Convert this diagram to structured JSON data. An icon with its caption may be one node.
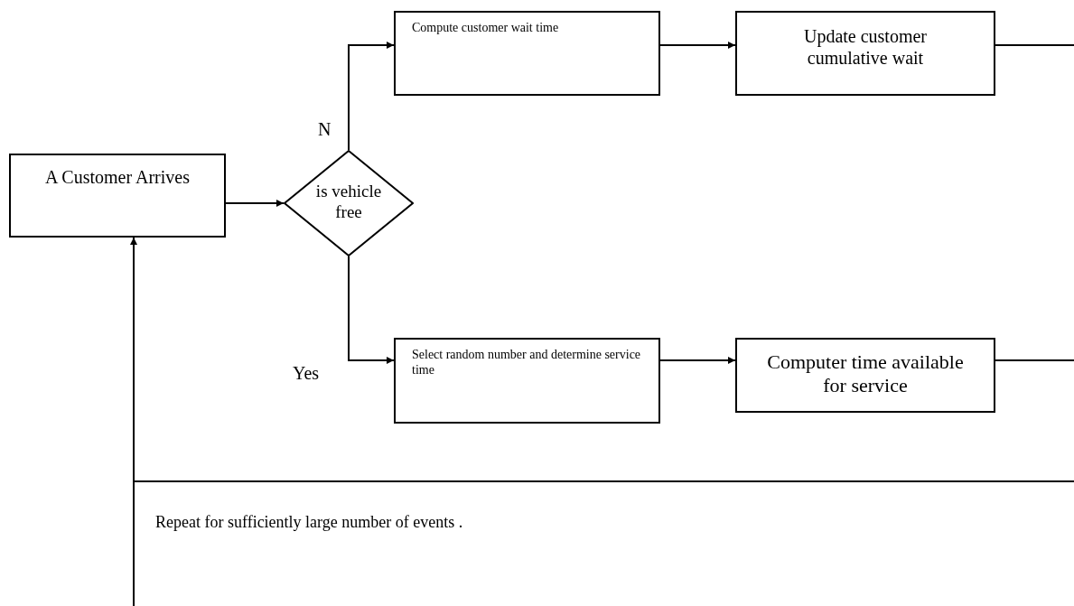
{
  "diagram": {
    "nodes": [
      {
        "text": [
          "A Customer Arrives"
        ]
      },
      {
        "text": [
          "is vehicle free"
        ]
      },
      {
        "text": [
          "Compute customer wait time"
        ]
      },
      {
        "text": [
          "Update customer cumulative wait"
        ]
      },
      {
        "text": [
          "Select random number and determine service time"
        ]
      },
      {
        "text": [
          "Computer time available for service"
        ]
      }
    ],
    "edges": [
      {
        "from": 0,
        "to": 1,
        "arrow": "to"
      },
      {
        "from": 1,
        "to": 2,
        "arrow": "to",
        "label": "N"
      },
      {
        "from": 2,
        "to": 3,
        "arrow": "to"
      },
      {
        "from": 1,
        "to": 4,
        "arrow": "to",
        "label": "Yes"
      },
      {
        "from": 4,
        "to": 5,
        "arrow": "to"
      },
      {
        "from": 3,
        "to": null,
        "arrow": "none"
      },
      {
        "from": 5,
        "to": null,
        "arrow": "none"
      },
      {
        "from": null,
        "to": 0,
        "arrow": "to"
      }
    ],
    "labels": [
      "Repeat for sufficiently large number of events ."
    ]
  }
}
